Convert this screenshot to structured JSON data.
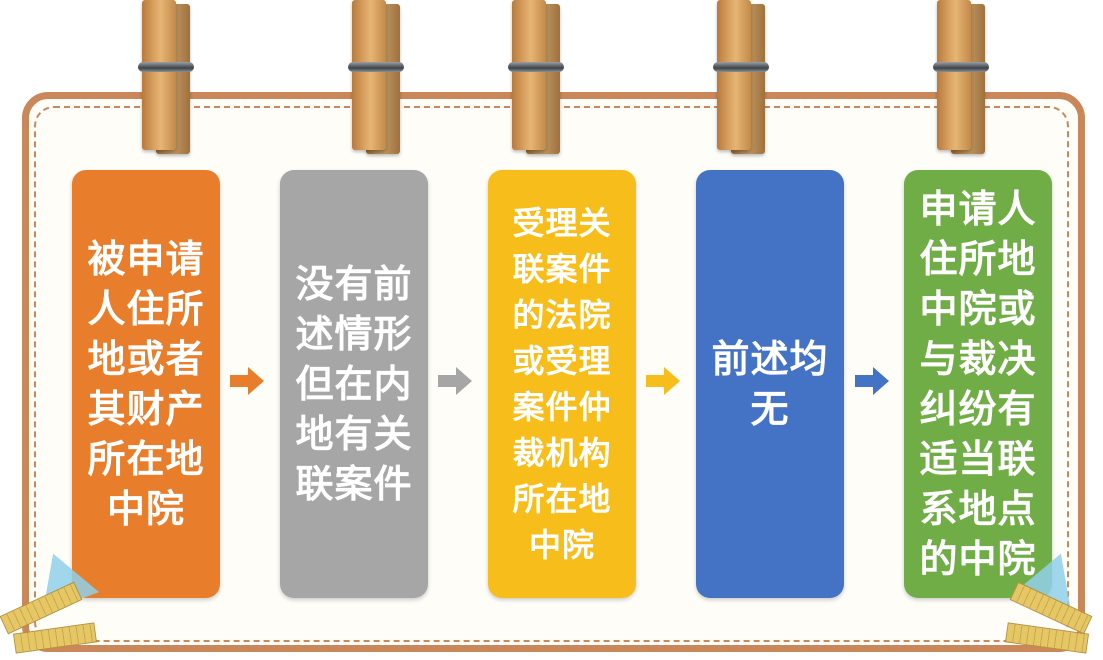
{
  "colors": {
    "box1": "#e87d2c",
    "box2": "#a6a6a6",
    "box3": "#f7bd1a",
    "box4": "#4472c4",
    "box5": "#71ad47",
    "frame": "#c9875a"
  },
  "steps": [
    {
      "text": "被申请人住所地或者其财产所在地中院"
    },
    {
      "text": "没有前述情形但在内地有关联案件"
    },
    {
      "text": "受理关联案件的法院或受理案件仲裁机构所在地中院"
    },
    {
      "text": "前述均无"
    },
    {
      "text": "申请人住所地中院或与裁决纠纷有适当联系地点的中院"
    }
  ],
  "arrows": [
    {
      "color": "#e87d2c"
    },
    {
      "color": "#a6a6a6"
    },
    {
      "color": "#f7bd1a"
    },
    {
      "color": "#4472c4"
    }
  ],
  "decorations": {
    "clip_icon": "clothespin-icon",
    "ruler_icon": "ruler-icon"
  }
}
